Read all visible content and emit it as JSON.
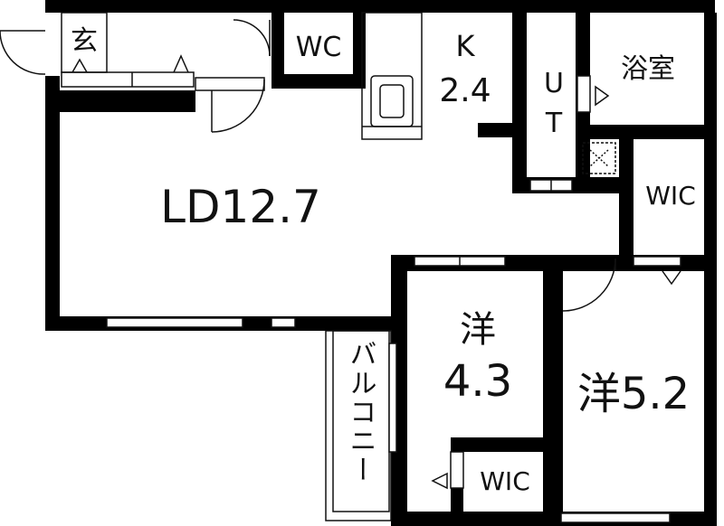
{
  "floor_plan": {
    "rooms": {
      "entrance": {
        "name": "玄"
      },
      "toilet": {
        "name": "WC"
      },
      "kitchen": {
        "name": "K",
        "area": "2.4"
      },
      "utility": {
        "name_top": "U",
        "name_bottom": "T"
      },
      "bathroom": {
        "name": "浴室"
      },
      "living_dining": {
        "name": "LD12.7"
      },
      "closet_right": {
        "name": "WIC"
      },
      "western_room_1": {
        "name": "洋",
        "area": "4.3"
      },
      "western_room_2": {
        "name": "洋5.2"
      },
      "closet_bottom": {
        "name": "WIC"
      },
      "balcony": {
        "name": "バルコニー"
      }
    },
    "colors": {
      "wall": "#000000",
      "background": "#ffffff",
      "line": "#111111"
    }
  }
}
